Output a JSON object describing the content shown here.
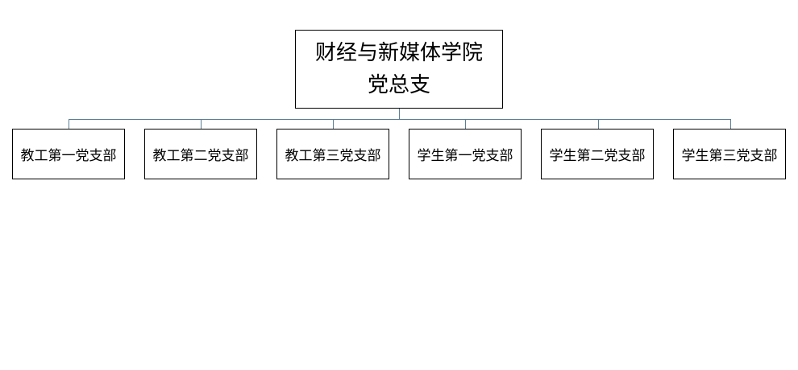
{
  "diagram": {
    "root": {
      "lines": [
        "财经与新媒体学院",
        "党总支"
      ]
    },
    "children": [
      {
        "label": "教工第一党支部"
      },
      {
        "label": "教工第二党支部"
      },
      {
        "label": "教工第三党支部"
      },
      {
        "label": "学生第一党支部"
      },
      {
        "label": "学生第二党支部"
      },
      {
        "label": "学生第三党支部"
      }
    ],
    "colors": {
      "border": "#000000",
      "connector": "#5a7f96",
      "background": "#ffffff"
    }
  }
}
